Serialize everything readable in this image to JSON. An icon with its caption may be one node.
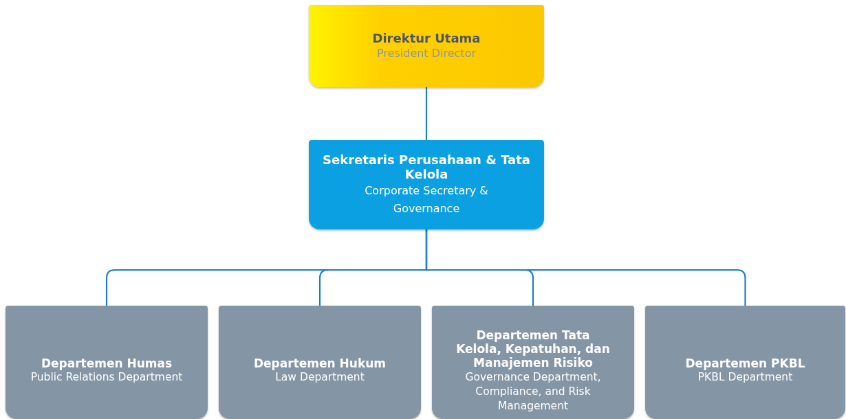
{
  "diagram": {
    "nodes": [
      {
        "text": [
          "Direktur Utama",
          "President Director"
        ]
      },
      {
        "text": [
          "Sekretaris Perusahaan & Tata Kelola",
          "Corporate Secretary & Governance"
        ]
      },
      {
        "text": [
          "Departemen Humas",
          "Public Relations Department"
        ]
      },
      {
        "text": [
          "Departemen Hukum",
          "Law Department"
        ]
      },
      {
        "text": [
          "Departemen Tata Kelola, Kepatuhan, dan Manajemen Risiko",
          "Governance Department, Compliance, and Risk Management"
        ]
      },
      {
        "text": [
          "Departemen PKBL",
          "PKBL Department"
        ]
      }
    ],
    "edges": [
      {
        "from": 0,
        "to": 1,
        "arrow": "none"
      },
      {
        "from": 1,
        "to": 2,
        "arrow": "none"
      },
      {
        "from": 1,
        "to": 3,
        "arrow": "none"
      },
      {
        "from": 1,
        "to": 4,
        "arrow": "none"
      },
      {
        "from": 1,
        "to": 5,
        "arrow": "none"
      }
    ]
  }
}
